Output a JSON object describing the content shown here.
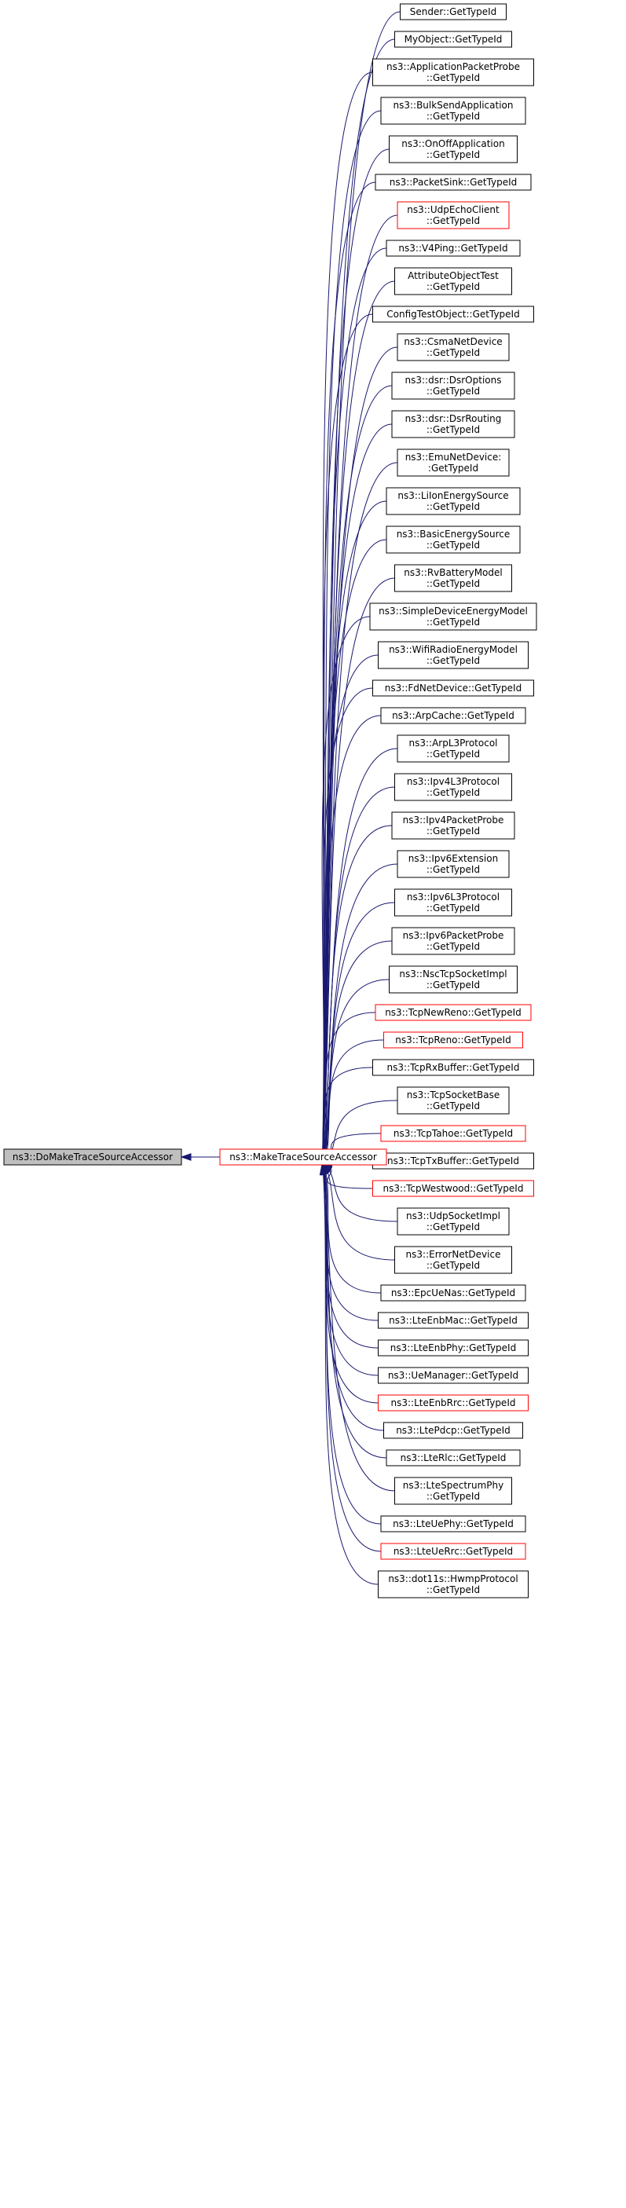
{
  "colors": {
    "edge": "#191970",
    "node_border": "#000000",
    "node_border_truncated": "#ff0000",
    "root_fill": "#bfbfbf",
    "node_fill": "#ffffff"
  },
  "graph": {
    "root": {
      "lines": [
        "ns3::DoMakeTraceSourceAccessor"
      ]
    },
    "hub": {
      "lines": [
        "ns3::MakeTraceSourceAccessor"
      ],
      "truncated": true
    },
    "callers": [
      {
        "lines": [
          "Sender::GetTypeId"
        ],
        "truncated": false
      },
      {
        "lines": [
          "MyObject::GetTypeId"
        ],
        "truncated": false
      },
      {
        "lines": [
          "ns3::ApplicationPacketProbe",
          "::GetTypeId"
        ],
        "truncated": false
      },
      {
        "lines": [
          "ns3::BulkSendApplication",
          "::GetTypeId"
        ],
        "truncated": false
      },
      {
        "lines": [
          "ns3::OnOffApplication",
          "::GetTypeId"
        ],
        "truncated": false
      },
      {
        "lines": [
          "ns3::PacketSink::GetTypeId"
        ],
        "truncated": false
      },
      {
        "lines": [
          "ns3::UdpEchoClient",
          "::GetTypeId"
        ],
        "truncated": true
      },
      {
        "lines": [
          "ns3::V4Ping::GetTypeId"
        ],
        "truncated": false
      },
      {
        "lines": [
          "AttributeObjectTest",
          "::GetTypeId"
        ],
        "truncated": false
      },
      {
        "lines": [
          "ConfigTestObject::GetTypeId"
        ],
        "truncated": false
      },
      {
        "lines": [
          "ns3::CsmaNetDevice",
          "::GetTypeId"
        ],
        "truncated": false
      },
      {
        "lines": [
          "ns3::dsr::DsrOptions",
          "::GetTypeId"
        ],
        "truncated": false
      },
      {
        "lines": [
          "ns3::dsr::DsrRouting",
          "::GetTypeId"
        ],
        "truncated": false
      },
      {
        "lines": [
          "ns3::EmuNetDevice:",
          ":GetTypeId"
        ],
        "truncated": false
      },
      {
        "lines": [
          "ns3::LiIonEnergySource",
          "::GetTypeId"
        ],
        "truncated": false
      },
      {
        "lines": [
          "ns3::BasicEnergySource",
          "::GetTypeId"
        ],
        "truncated": false
      },
      {
        "lines": [
          "ns3::RvBatteryModel",
          "::GetTypeId"
        ],
        "truncated": false
      },
      {
        "lines": [
          "ns3::SimpleDeviceEnergyModel",
          "::GetTypeId"
        ],
        "truncated": false
      },
      {
        "lines": [
          "ns3::WifiRadioEnergyModel",
          "::GetTypeId"
        ],
        "truncated": false
      },
      {
        "lines": [
          "ns3::FdNetDevice::GetTypeId"
        ],
        "truncated": false
      },
      {
        "lines": [
          "ns3::ArpCache::GetTypeId"
        ],
        "truncated": false
      },
      {
        "lines": [
          "ns3::ArpL3Protocol",
          "::GetTypeId"
        ],
        "truncated": false
      },
      {
        "lines": [
          "ns3::Ipv4L3Protocol",
          "::GetTypeId"
        ],
        "truncated": false
      },
      {
        "lines": [
          "ns3::Ipv4PacketProbe",
          "::GetTypeId"
        ],
        "truncated": false
      },
      {
        "lines": [
          "ns3::Ipv6Extension",
          "::GetTypeId"
        ],
        "truncated": false
      },
      {
        "lines": [
          "ns3::Ipv6L3Protocol",
          "::GetTypeId"
        ],
        "truncated": false
      },
      {
        "lines": [
          "ns3::Ipv6PacketProbe",
          "::GetTypeId"
        ],
        "truncated": false
      },
      {
        "lines": [
          "ns3::NscTcpSocketImpl",
          "::GetTypeId"
        ],
        "truncated": false
      },
      {
        "lines": [
          "ns3::TcpNewReno::GetTypeId"
        ],
        "truncated": true
      },
      {
        "lines": [
          "ns3::TcpReno::GetTypeId"
        ],
        "truncated": true
      },
      {
        "lines": [
          "ns3::TcpRxBuffer::GetTypeId"
        ],
        "truncated": false
      },
      {
        "lines": [
          "ns3::TcpSocketBase",
          "::GetTypeId"
        ],
        "truncated": false
      },
      {
        "lines": [
          "ns3::TcpTahoe::GetTypeId"
        ],
        "truncated": true
      },
      {
        "lines": [
          "ns3::TcpTxBuffer::GetTypeId"
        ],
        "truncated": false
      },
      {
        "lines": [
          "ns3::TcpWestwood::GetTypeId"
        ],
        "truncated": true
      },
      {
        "lines": [
          "ns3::UdpSocketImpl",
          "::GetTypeId"
        ],
        "truncated": false
      },
      {
        "lines": [
          "ns3::ErrorNetDevice",
          "::GetTypeId"
        ],
        "truncated": false
      },
      {
        "lines": [
          "ns3::EpcUeNas::GetTypeId"
        ],
        "truncated": false
      },
      {
        "lines": [
          "ns3::LteEnbMac::GetTypeId"
        ],
        "truncated": false
      },
      {
        "lines": [
          "ns3::LteEnbPhy::GetTypeId"
        ],
        "truncated": false
      },
      {
        "lines": [
          "ns3::UeManager::GetTypeId"
        ],
        "truncated": false
      },
      {
        "lines": [
          "ns3::LteEnbRrc::GetTypeId"
        ],
        "truncated": true
      },
      {
        "lines": [
          "ns3::LtePdcp::GetTypeId"
        ],
        "truncated": false
      },
      {
        "lines": [
          "ns3::LteRlc::GetTypeId"
        ],
        "truncated": false
      },
      {
        "lines": [
          "ns3::LteSpectrumPhy",
          "::GetTypeId"
        ],
        "truncated": false
      },
      {
        "lines": [
          "ns3::LteUePhy::GetTypeId"
        ],
        "truncated": false
      },
      {
        "lines": [
          "ns3::LteUeRrc::GetTypeId"
        ],
        "truncated": true
      },
      {
        "lines": [
          "ns3::dot11s::HwmpProtocol",
          "::GetTypeId"
        ],
        "truncated": false
      }
    ]
  }
}
